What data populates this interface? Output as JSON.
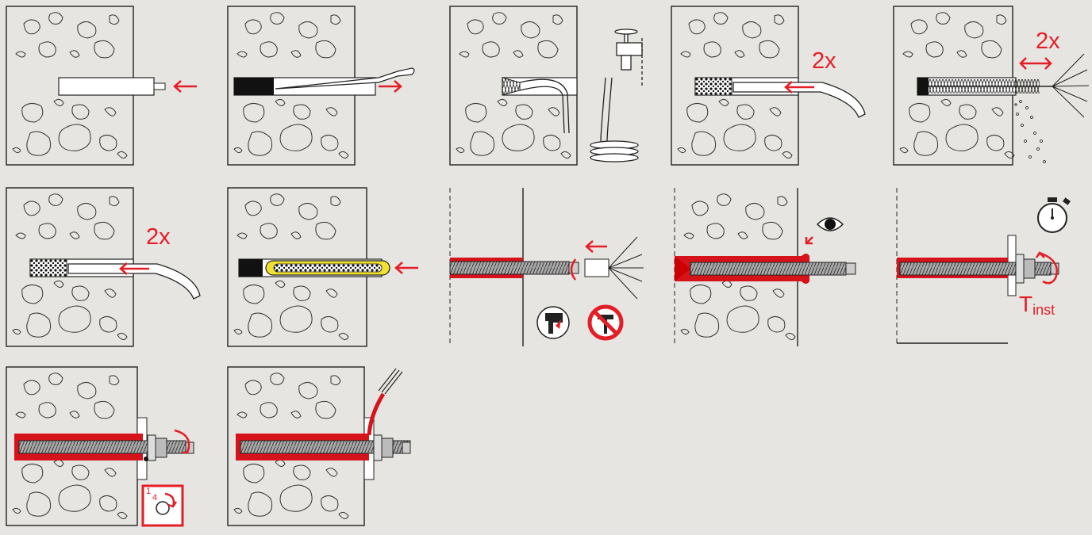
{
  "colors": {
    "background": "#e6e5e1",
    "concrete": "#e6e5e1",
    "outline": "#222222",
    "accent": "#e41e26",
    "mortar": "#d6131a",
    "capsule": "#f2e030"
  },
  "steps": [
    {
      "id": 1,
      "icons": [
        "drill-bit-icon",
        "arrow-left-icon"
      ]
    },
    {
      "id": 2,
      "icons": [
        "blow-pump-icon",
        "arrow-right-icon"
      ]
    },
    {
      "id": 3,
      "icons": [
        "water-tap-icon",
        "hose-icon"
      ]
    },
    {
      "id": 4,
      "label": "2x",
      "icons": [
        "air-nozzle-icon",
        "arrow-left-icon"
      ]
    },
    {
      "id": 5,
      "label": "2x",
      "icons": [
        "brush-icon",
        "double-arrow-icon"
      ]
    },
    {
      "id": 6,
      "label": "2x",
      "icons": [
        "air-nozzle-icon",
        "arrow-left-icon"
      ]
    },
    {
      "id": 7,
      "icons": [
        "capsule-icon",
        "arrow-left-icon"
      ]
    },
    {
      "id": 8,
      "icons": [
        "rotary-drill-icon",
        "no-hammer-icon",
        "arrow-left-icon"
      ]
    },
    {
      "id": 9,
      "icons": [
        "eye-icon",
        "arrow-icon"
      ]
    },
    {
      "id": 10,
      "label_main": "T",
      "label_sub": "inst",
      "icons": [
        "stopwatch-icon",
        "torque-arrow-icon"
      ]
    },
    {
      "id": 11,
      "fraction_top": "1",
      "fraction_bottom": "4",
      "icons": [
        "quarter-turn-icon",
        "rotate-arrow-icon"
      ]
    },
    {
      "id": 12,
      "icons": [
        "mortar-fill-icon"
      ]
    }
  ]
}
